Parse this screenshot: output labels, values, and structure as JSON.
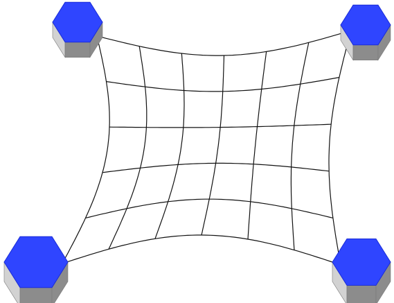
{
  "diagram": {
    "kind": "mesh-between-four-posts",
    "grid_lines": {
      "horizontal": 6,
      "vertical": 7
    },
    "posts": [
      {
        "position": "top-left",
        "shape": "hexagonal-prism"
      },
      {
        "position": "top-right",
        "shape": "hexagonal-prism"
      },
      {
        "position": "bottom-left",
        "shape": "hexagonal-prism"
      },
      {
        "position": "bottom-right",
        "shape": "hexagonal-prism"
      }
    ]
  },
  "colors": {
    "background": "#ffffff",
    "line": "#111111",
    "post_top": "#2f45ff",
    "post_top_edge": "#1a2dd8",
    "post_side_light": "#d2d2d2",
    "post_side_dark": "#8c8c8c"
  }
}
